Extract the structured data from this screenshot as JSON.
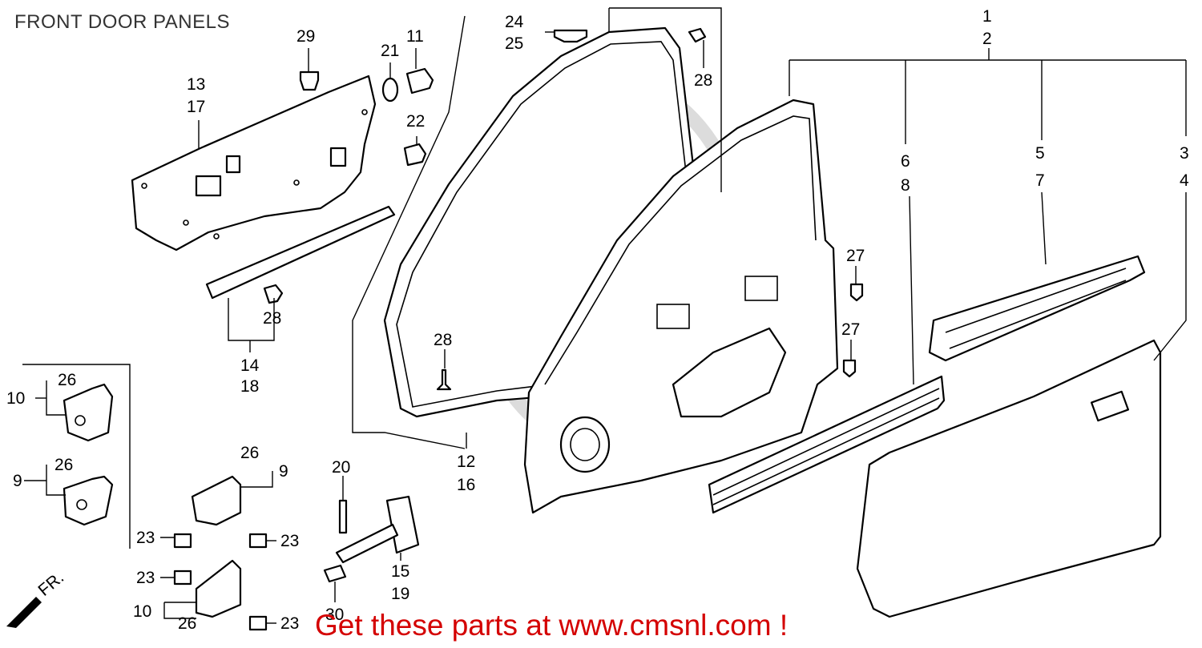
{
  "title": "FRONT DOOR PANELS",
  "footer": "Get these parts at www.cmsnl.com !",
  "direction_label": "FR.",
  "colors": {
    "footer": "#d40000",
    "ink": "#000000",
    "watermark": "#dcdcdc"
  },
  "callouts": [
    "1",
    "2",
    "3",
    "4",
    "5",
    "7",
    "6",
    "8",
    "29",
    "13",
    "17",
    "21",
    "11",
    "22",
    "24",
    "25",
    "28",
    "28",
    "14",
    "18",
    "28",
    "12",
    "16",
    "27",
    "27",
    "26",
    "10",
    "26",
    "9",
    "26",
    "9",
    "23",
    "23",
    "23",
    "23",
    "10",
    "26",
    "20",
    "15",
    "19",
    "30"
  ]
}
